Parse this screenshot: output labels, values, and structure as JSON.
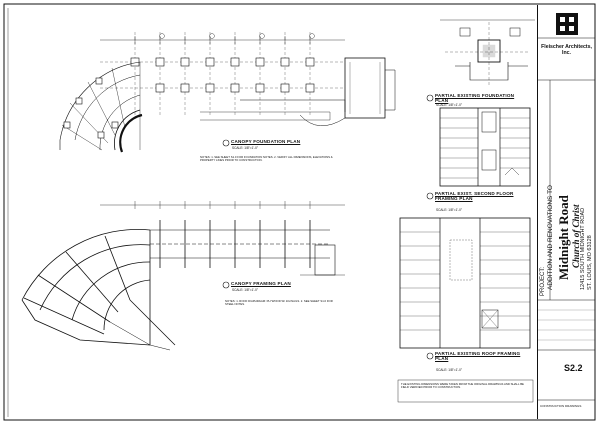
{
  "plans": {
    "canopy_foundation": {
      "title": "CANOPY FOUNDATION PLAN",
      "scale": "SCALE: 1/8\"=1'-0\""
    },
    "canopy_framing": {
      "title": "CANOPY FRAMING PLAN",
      "scale": "SCALE: 1/8\"=1'-0\""
    },
    "partial_existing_foundation": {
      "title": "PARTIAL EXISTING FOUNDATION PLAN",
      "scale": "SCALE: 1/8\"=1'-0\""
    },
    "partial_exist_second_floor": {
      "title": "PARTIAL EXIST. SECOND FLOOR FRAMING PLAN",
      "scale": "SCALE: 1/8\"=1'-0\""
    },
    "partial_existing_roof": {
      "title": "PARTIAL EXISTING ROOF FRAMING PLAN",
      "scale": "SCALE: 1/8\"=1'-0\""
    }
  },
  "notes": {
    "foundation_notes": "NOTES: 1. SEE SHEET S1.0 FOR FOUNDATION NOTES. 2. VERIFY ALL DIMENSIONS, ELEVATIONS & PROPERTY LINES PRIOR TO CONSTRUCTION.",
    "framing_notes": "NOTES: 1. ROOF DIAPHRAGM: PLYWOOD W/ 10d NAILS. 2. SEE SHEET S1.0 FOR STEEL NOTES."
  },
  "title_block": {
    "firm": "Fleischer Architects, Inc.",
    "project_label": "PROJECT:",
    "project_line1": "ADDITION AND RENOVATIONS TO",
    "project_name": "Midnight Road",
    "project_line3": "Church of Christ",
    "address_line1": "12415 SOUTH MIDNIGHT ROAD",
    "address_line2": "ST. LOUIS, MO 63128",
    "disclaimer": "THE EXISTING DIMENSIONS WERE TAKEN FROM THE ORIGINAL DRAWINGS AND SHALL BE FIELD VERIFIED PRIOR TO CONSTRUCTION.",
    "sheet_number": "S2.2",
    "status": "CONSTRUCTION DRAWINGS"
  }
}
